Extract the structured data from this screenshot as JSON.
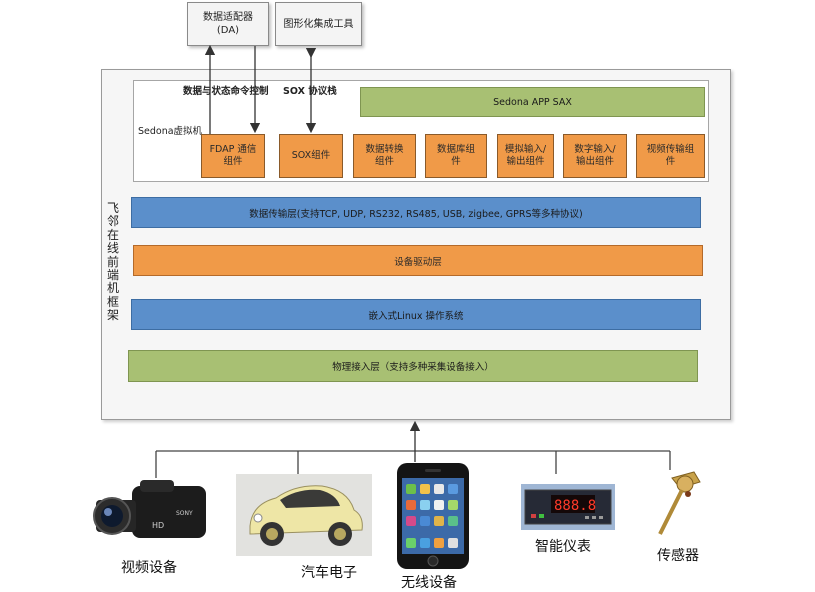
{
  "top": {
    "adapter_label": "数据适配器\n(DA)",
    "graphics_label": "图形化集成工具"
  },
  "frame": {
    "side_label": "飞邻在线前端机框架"
  },
  "vm": {
    "label": "Sedona虚拟机",
    "data_control_label": "数据与状态命令控制",
    "sox_stack_label": "SOX 协议栈",
    "app_sax_label": "Sedona APP SAX",
    "components": [
      "FDAP 通信\n组件",
      "SOX组件",
      "数据转换\n组件",
      "数据库组\n件",
      "模拟输入/\n输出组件",
      "数字输入/\n输出组件",
      "视频传输组\n件"
    ]
  },
  "layers": {
    "transport": "数据传输层(支持TCP, UDP, RS232, RS485, USB, zigbee, GPRS等多种协议)",
    "driver": "设备驱动层",
    "os": "嵌入式Linux 操作系统",
    "physical": "物理接入层（支持多种采集设备接入）"
  },
  "devices": {
    "video": "视频设备",
    "car": "汽车电子",
    "wireless": "无线设备",
    "meter": "智能仪表",
    "sensor": "传感器",
    "meter_display": "888.8",
    "camera_brand": "SONY",
    "camera_hd": "HD"
  },
  "colors": {
    "orange": "#f09a48",
    "blue": "#5b8fcb",
    "green": "#a8c073"
  }
}
